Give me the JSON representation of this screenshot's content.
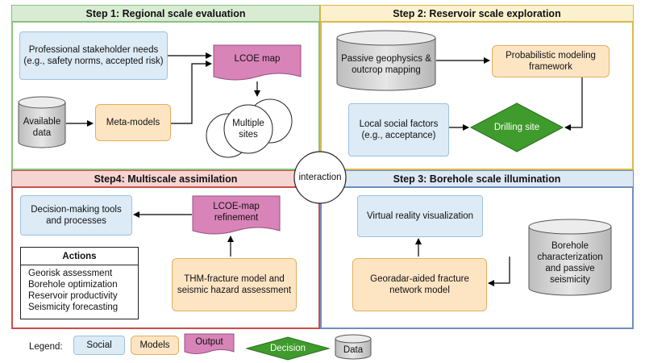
{
  "colors": {
    "step1": "#8bc17e",
    "step1_header": "#d9ecd3",
    "step2": "#d9b94a",
    "step2_header": "#fbf1cf",
    "step3": "#6e8fbf",
    "step3_header": "#dde8f5",
    "step4": "#c9504a",
    "step4_header": "#f6d4d2",
    "social": "#dcebf6",
    "model": "#fde5c4",
    "output": "#d884b8",
    "decision": "#3f9b2c",
    "data": "#cfcfcf"
  },
  "steps": {
    "step1": "Step 1: Regional scale evaluation",
    "step2": "Step 2: Reservoir scale exploration",
    "step3": "Step 3: Borehole scale illumination",
    "step4": "Step4: Multiscale assimilation"
  },
  "center": "interaction",
  "nodes": {
    "stakeholder": "Professional stakeholder needs\n(e.g., safety norms, accepted risk)",
    "available_data": "Available\ndata",
    "meta_models": "Meta-models",
    "lcoe_map": "LCOE map",
    "multiple_sites": "Multiple\nsites",
    "passive_geophysics": "Passive geophysics &\noutcrop mapping",
    "probabilistic": "Probabilistic modeling\nframework",
    "local_social": "Local social factors\n(e.g., acceptance)",
    "drilling_site": "Drilling site",
    "vr_visualization": "Virtual reality visualization",
    "borehole_char": "Borehole\ncharacterization\nand passive\nseismicity",
    "georadar": "Georadar-aided fracture\nnetwork model",
    "decision_tools": "Decision-making tools\nand processes",
    "lcoe_refinement": "LCOE-map\nrefinement",
    "thm_model": "THM-fracture model and\nseismic hazard assessment"
  },
  "actions": {
    "title": "Actions",
    "items": [
      "Georisk assessment",
      "Borehole optimization",
      "Reservoir productivity",
      "Seismicity forecasting"
    ]
  },
  "legend": {
    "label": "Legend:",
    "social": "Social",
    "models": "Models",
    "output": "Output",
    "decision": "Decision",
    "data": "Data"
  }
}
